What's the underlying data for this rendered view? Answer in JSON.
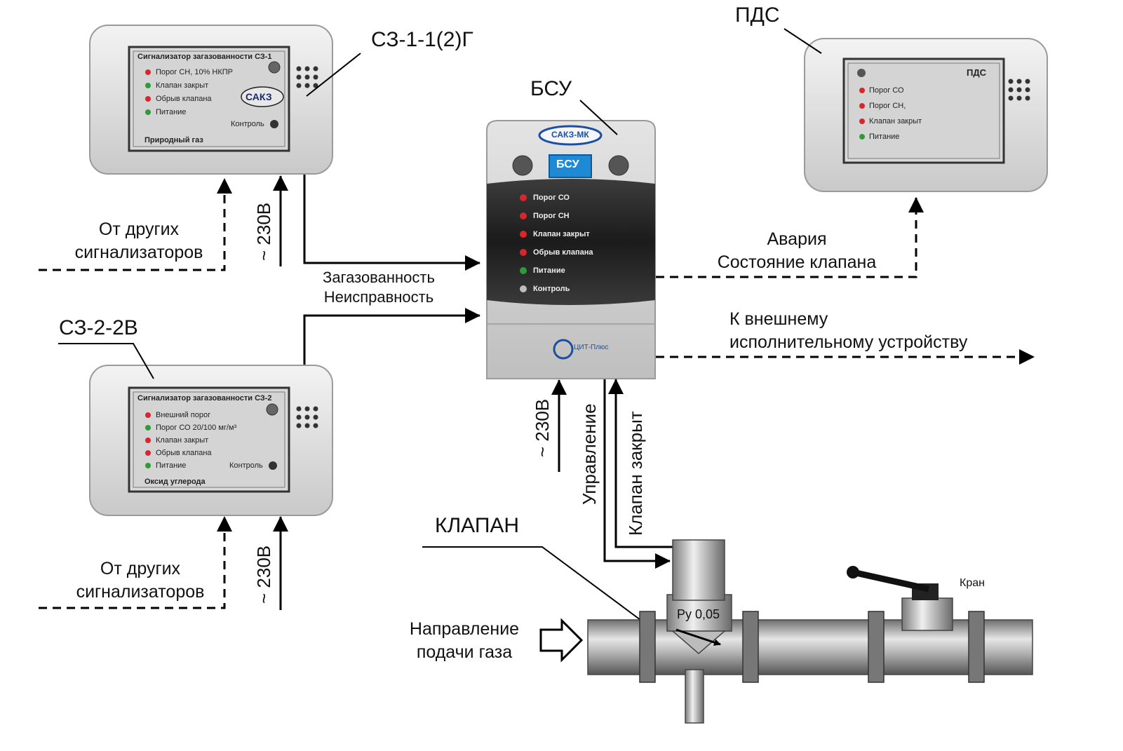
{
  "devices": {
    "sz1": {
      "tag": "СЗ-1-1(2)Г",
      "title": "Сигнализатор загазованности СЗ-1",
      "indicators": [
        "Порог СН, 10% НКПР",
        "Клапан закрыт",
        "Обрыв клапана",
        "Питание"
      ],
      "logo": "САКЗ",
      "control": "Контроль",
      "footer": "Природный газ"
    },
    "sz2": {
      "tag": "СЗ-2-2В",
      "title": "Сигнализатор загазованности СЗ-2",
      "indicators": [
        "Внешний порог",
        "Порог СО 20/100 мг/м³",
        "Клапан закрыт",
        "Обрыв клапана",
        "Питание"
      ],
      "control": "Контроль",
      "footer": "Оксид углерода"
    },
    "bsu": {
      "tag": "БСУ",
      "logo": "САКЗ-МК",
      "badge": "БСУ",
      "indicators": [
        "Порог СО",
        "Порог СН",
        "Клапан закрыт",
        "Обрыв клапана",
        "Питание",
        "Контроль"
      ],
      "maker": "ЦИТ-Плюс"
    },
    "pds": {
      "tag": "ПДС",
      "title": "ПДС",
      "indicators": [
        "Порог СО",
        "Порог СН,",
        "Клапан закрыт",
        "Питание"
      ]
    }
  },
  "labels": {
    "from_other_1": [
      "От других",
      "сигнализаторов"
    ],
    "from_other_2": [
      "От других",
      "сигнализаторов"
    ],
    "v230_1": "~ 230В",
    "v230_2": "~ 230В",
    "v230_3": "~ 230В",
    "gas_fault": [
      "Загазованность",
      "Неисправность"
    ],
    "alarm": [
      "Авария",
      "Состояние клапана"
    ],
    "external": [
      "К внешнему",
      "исполнительному устройству"
    ],
    "control": "Управление",
    "valve_closed": "Клапан  закрыт",
    "valve": "КЛАПАН",
    "gas_dir": [
      "Направление",
      "подачи газа"
    ],
    "pressure": "Ру 0,05",
    "tap": "Кран"
  },
  "colors": {
    "led_red": "#d8262b",
    "led_green": "#2f9a3a",
    "led_grey": "#bdbdbd",
    "bsu_badge": "#1e8ad6",
    "logo_blue": "#1c4fa0"
  }
}
